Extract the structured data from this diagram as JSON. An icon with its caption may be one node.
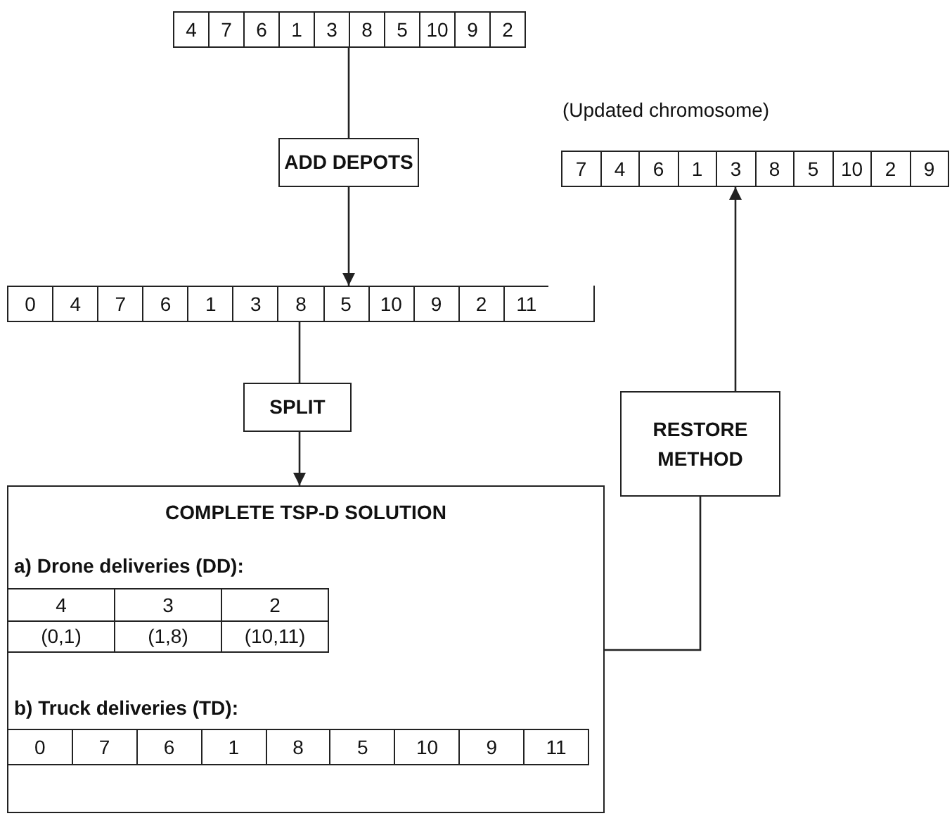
{
  "diagram": {
    "nodes": [
      {
        "text": [
          "4",
          "7",
          "6",
          "1",
          "3",
          "8",
          "5",
          "10",
          "9",
          "2"
        ]
      },
      {
        "text": [
          "ADD DEPOTS"
        ]
      },
      {
        "text": [
          "0",
          "4",
          "7",
          "6",
          "1",
          "3",
          "8",
          "5",
          "10",
          "9",
          "2",
          "11"
        ]
      },
      {
        "text": [
          "SPLIT"
        ]
      },
      {
        "text": [
          "COMPLETE TSP-D SOLUTION",
          "a) Drone deliveries (DD):",
          "b) Truck deliveries (TD):"
        ]
      },
      {
        "text": [
          "4",
          "3",
          "2",
          "(0,1)",
          "(1,8)",
          "(10,11)"
        ],
        "in": 4
      },
      {
        "text": [
          "0",
          "7",
          "6",
          "1",
          "8",
          "5",
          "10",
          "9",
          "11"
        ],
        "in": 4
      },
      {
        "text": [
          "RESTORE METHOD"
        ]
      },
      {
        "text": [
          "7",
          "4",
          "6",
          "1",
          "3",
          "8",
          "5",
          "10",
          "2",
          "9"
        ],
        "beside": [
          "(Updated chromosome)"
        ]
      }
    ],
    "edges": [
      {
        "from": 0,
        "to": 1,
        "arrow": "none"
      },
      {
        "from": 1,
        "to": 2,
        "arrow": "to"
      },
      {
        "from": 2,
        "to": 3,
        "arrow": "none"
      },
      {
        "from": 3,
        "to": 4,
        "arrow": "to"
      },
      {
        "from": 4,
        "to": 7,
        "arrow": "none"
      },
      {
        "from": 7,
        "to": 8,
        "arrow": "to"
      }
    ]
  }
}
